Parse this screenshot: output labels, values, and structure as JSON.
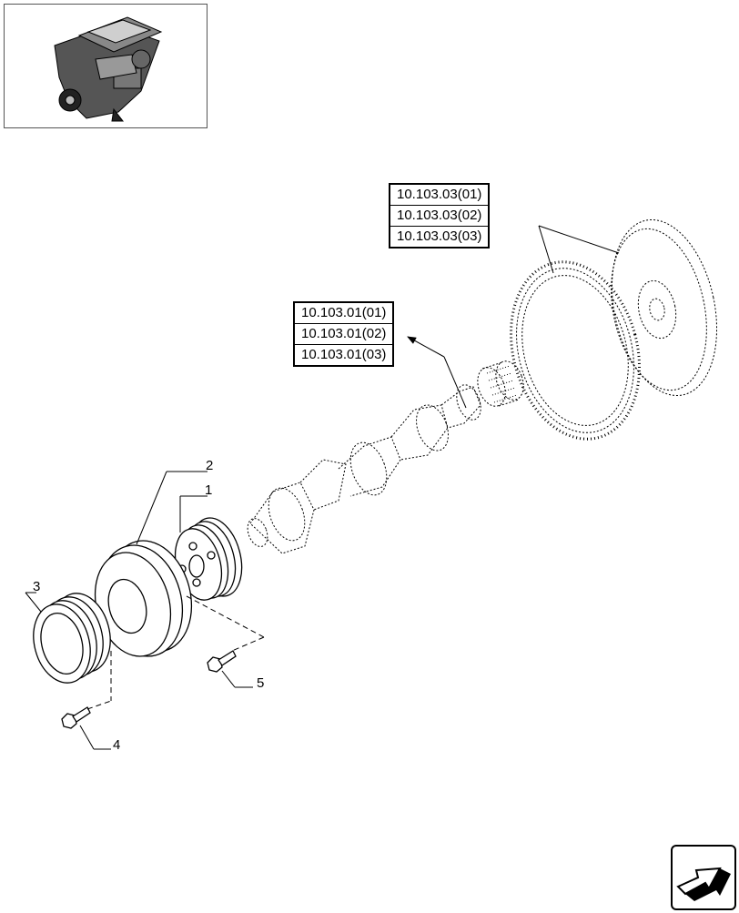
{
  "reference_groups": [
    {
      "name": "flywheel-references",
      "items": [
        "10.103.03(01)",
        "10.103.03(02)",
        "10.103.03(03)"
      ]
    },
    {
      "name": "crankshaft-references",
      "items": [
        "10.103.01(01)",
        "10.103.01(02)",
        "10.103.01(03)"
      ]
    }
  ],
  "callouts": [
    "1",
    "2",
    "3",
    "4",
    "5"
  ],
  "icons": {
    "thumbnail": "engine-thumbnail-icon",
    "navigation": "next-page-arrow-icon"
  }
}
